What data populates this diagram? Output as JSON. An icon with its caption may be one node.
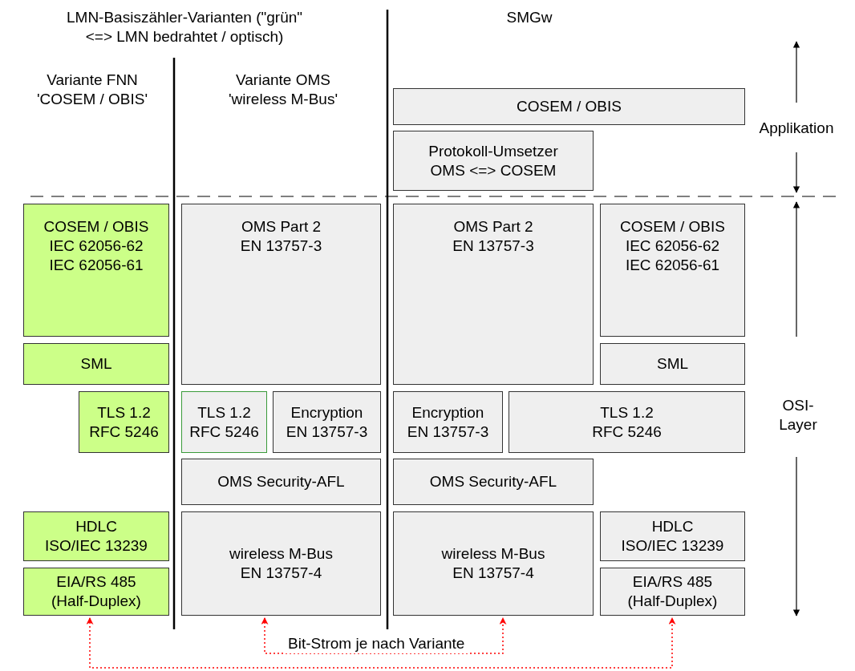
{
  "diagram": {
    "nodes": [
      {
        "text": [
          "COSEM / OBIS"
        ]
      },
      {
        "text": [
          "Protokoll-Umsetzer OMS <=> COSEM"
        ]
      },
      {
        "text": [
          "COSEM / OBIS",
          "IEC 62056-62",
          "IEC 62056-61"
        ]
      },
      {
        "text": [
          "OMS Part 2",
          "EN 13757-3"
        ]
      },
      {
        "text": [
          "OMS Part 2",
          "EN 13757-3"
        ]
      },
      {
        "text": [
          "COSEM / OBIS",
          "IEC 62056-62",
          "IEC 62056-61"
        ]
      },
      {
        "text": [
          "SML"
        ]
      },
      {
        "text": [
          "SML"
        ]
      },
      {
        "text": [
          "TLS 1.2",
          "RFC 5246"
        ]
      },
      {
        "text": [
          "TLS 1.2",
          "RFC 5246"
        ]
      },
      {
        "text": [
          "Encryption",
          "EN 13757-3"
        ]
      },
      {
        "text": [
          "Encryption",
          "EN 13757-3"
        ]
      },
      {
        "text": [
          "TLS 1.2",
          "RFC 5246"
        ]
      },
      {
        "text": [
          "OMS Security-AFL"
        ]
      },
      {
        "text": [
          "OMS Security-AFL"
        ]
      },
      {
        "text": [
          "HDLC",
          "ISO/IEC 13239"
        ]
      },
      {
        "text": [
          "wireless M-Bus",
          "EN 13757-4"
        ]
      },
      {
        "text": [
          "wireless M-Bus",
          "EN 13757-4"
        ]
      },
      {
        "text": [
          "HDLC",
          "ISO/IEC 13239"
        ]
      },
      {
        "text": [
          "EIA/RS 485",
          "(Half-Duplex)"
        ]
      },
      {
        "text": [
          "EIA/RS 485",
          "(Half-Duplex)"
        ]
      }
    ],
    "edges": [
      {
        "from": 19,
        "to": 20,
        "arrow": "both",
        "style": "dashed",
        "color": "#ff0000"
      },
      {
        "from": 16,
        "to": 17,
        "arrow": "both",
        "style": "dashed",
        "color": "#ff0000",
        "label": "Bit-Strom je nach Variante"
      }
    ],
    "labels": [
      "LMN-Basiszähler-Varianten (\"grün\" <=> LMN bedrahtet / optisch)",
      "SMGw",
      "Variante FNN 'COSEM / OBIS'",
      "Variante OMS 'wireless M-Bus'",
      "Applikation",
      "OSI-Layer"
    ]
  }
}
